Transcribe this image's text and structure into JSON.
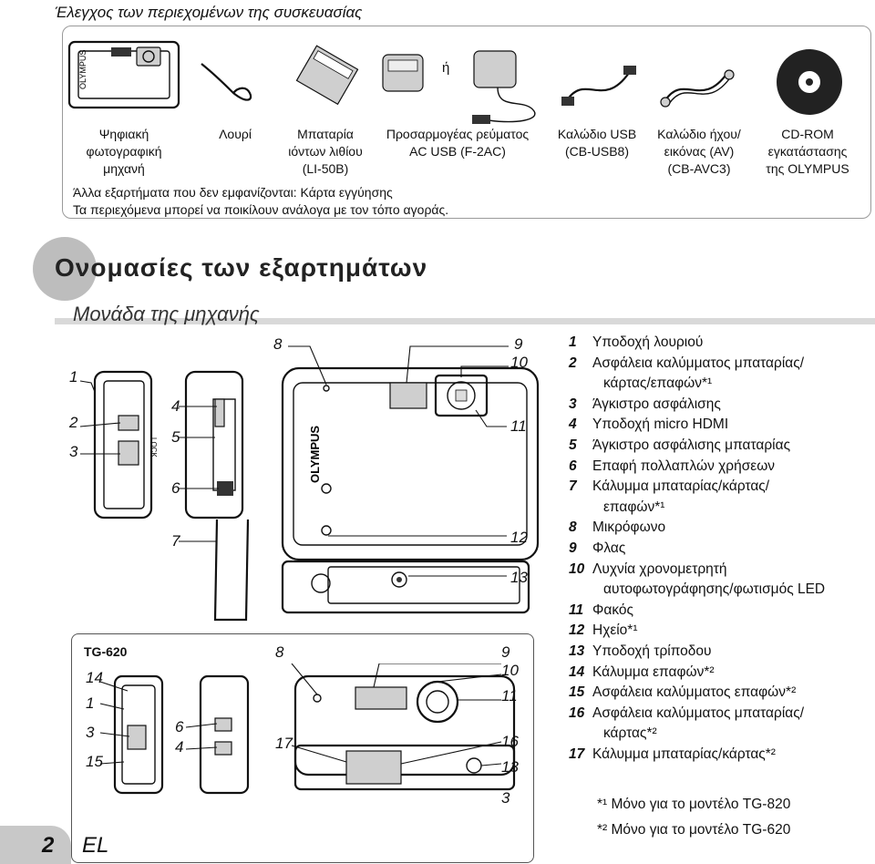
{
  "header": {
    "title": "Έλεγχος των περιεχομένων της συσκευασίας"
  },
  "contents": {
    "or_label": "ή",
    "items": [
      {
        "name": "camera",
        "label": "Ψηφιακή\nφωτογραφική\nμηχανή"
      },
      {
        "name": "strap",
        "label": "Λουρί"
      },
      {
        "name": "battery",
        "label": "Μπαταρία\nιόντων λιθίου\n(LI-50B)"
      },
      {
        "name": "adapter",
        "label": "Προσαρμογέας ρεύματος\nAC USB (F-2AC)"
      },
      {
        "name": "usb-cable",
        "label": "Καλώδιο USB\n(CB-USB8)"
      },
      {
        "name": "av-cable",
        "label": "Καλώδιο ήχου/\nεικόνας (AV)\n(CB-AVC3)"
      },
      {
        "name": "cd-rom",
        "label": "CD-ROM\nεγκατάστασης\nτης OLYMPUS"
      }
    ],
    "notes": [
      "Άλλα εξαρτήματα που δεν εμφανίζονται: Κάρτα εγγύησης",
      "Τα περιεχόμενα μπορεί να ποικίλουν ανάλογα με τον τόπο αγοράς."
    ]
  },
  "section": {
    "title": "Ονομασίες των εξαρτημάτων",
    "subtitle": "Μονάδα της μηχανής"
  },
  "diagram": {
    "callouts_top": [
      "1",
      "2",
      "3",
      "4",
      "5",
      "6",
      "7",
      "8",
      "9",
      "10",
      "11",
      "12",
      "13"
    ],
    "tg_model": "TG-620",
    "callouts_tg": [
      "14",
      "1",
      "3",
      "15",
      "6",
      "4",
      "8",
      "17",
      "9",
      "10",
      "11",
      "16",
      "13",
      "3"
    ],
    "brand_text": "OLYMPUS",
    "lock_text": "LOCK"
  },
  "legend": [
    {
      "num": "1",
      "lines": [
        "Υποδοχή λουριού"
      ]
    },
    {
      "num": "2",
      "lines": [
        "Ασφάλεια καλύμματος μπαταρίας/",
        "κάρτας/επαφών*¹"
      ]
    },
    {
      "num": "3",
      "lines": [
        "Άγκιστρο ασφάλισης"
      ]
    },
    {
      "num": "4",
      "lines": [
        "Υποδοχή micro HDMI"
      ]
    },
    {
      "num": "5",
      "lines": [
        "Άγκιστρο ασφάλισης μπαταρίας"
      ]
    },
    {
      "num": "6",
      "lines": [
        "Επαφή πολλαπλών χρήσεων"
      ]
    },
    {
      "num": "7",
      "lines": [
        "Κάλυμμα μπαταρίας/κάρτας/",
        "επαφών*¹"
      ]
    },
    {
      "num": "8",
      "lines": [
        "Μικρόφωνο"
      ]
    },
    {
      "num": "9",
      "lines": [
        "Φλας"
      ]
    },
    {
      "num": "10",
      "lines": [
        "Λυχνία χρονομετρητή",
        "αυτοφωτογράφησης/φωτισμός LED"
      ]
    },
    {
      "num": "11",
      "lines": [
        "Φακός"
      ]
    },
    {
      "num": "12",
      "lines": [
        "Ηχείο*¹"
      ]
    },
    {
      "num": "13",
      "lines": [
        "Υποδοχή τρίποδου"
      ]
    },
    {
      "num": "14",
      "lines": [
        "Κάλυμμα επαφών*²"
      ]
    },
    {
      "num": "15",
      "lines": [
        "Ασφάλεια καλύμματος επαφών*²"
      ]
    },
    {
      "num": "16",
      "lines": [
        "Ασφάλεια καλύμματος μπαταρίας/",
        "κάρτας*²"
      ]
    },
    {
      "num": "17",
      "lines": [
        "Κάλυμμα μπαταρίας/κάρτας*²"
      ]
    }
  ],
  "footnotes": [
    "*¹ Μόνο για το μοντέλο TG-820",
    "*² Μόνο για το μοντέλο TG-620"
  ],
  "page": {
    "number": "2",
    "lang": "EL"
  }
}
